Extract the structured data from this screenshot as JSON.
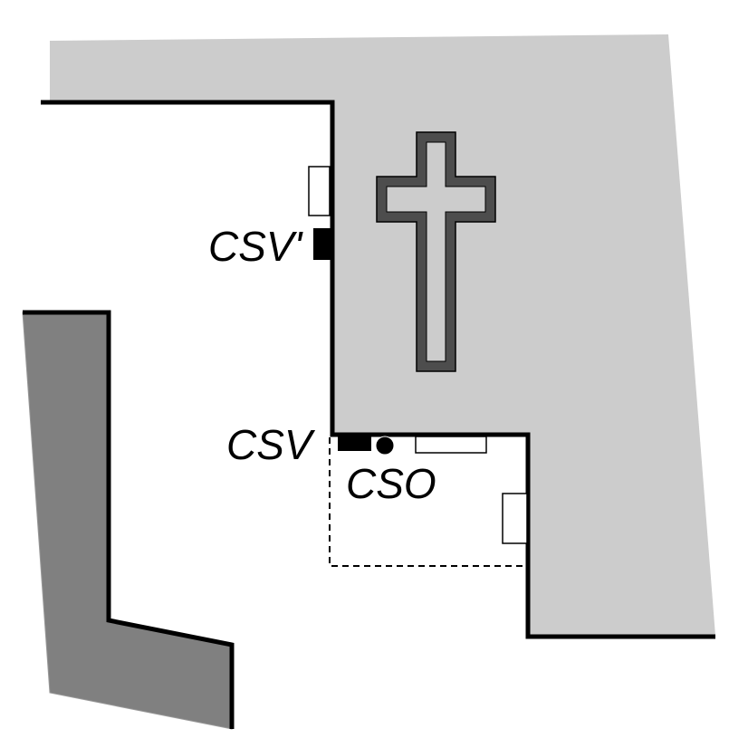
{
  "labels": {
    "csv_prime": "CSV'",
    "csv": "CSV",
    "cso": "CSO"
  },
  "colors": {
    "building": "#cccccc",
    "wing": "#808080",
    "cross": "#4d4d4d",
    "wall": "#000000"
  },
  "icons": {
    "cross": "cross-icon"
  }
}
